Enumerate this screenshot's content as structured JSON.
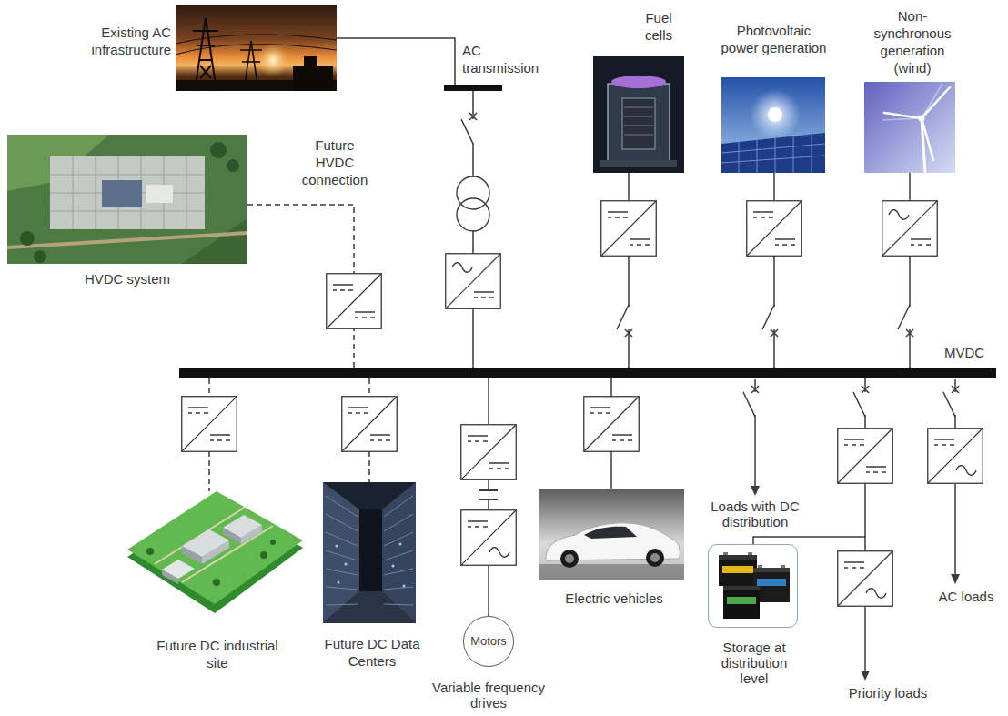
{
  "diagram": {
    "nodes": [
      {
        "text": [
          "Existing AC infrastructure"
        ]
      },
      {
        "text": [
          "Fuel cells"
        ]
      },
      {
        "text": [
          "Photovoltaic power generation"
        ]
      },
      {
        "text": [
          "Non-synchronous generation (wind)"
        ]
      },
      {
        "text": [
          "HVDC system"
        ]
      },
      {
        "text": [
          "MVDC"
        ]
      },
      {
        "text": [
          "Future DC industrial site"
        ]
      },
      {
        "text": [
          "Future DC Data Centers"
        ]
      },
      {
        "text": [
          "Motors"
        ]
      },
      {
        "text": [
          "Electric vehicles"
        ]
      },
      {
        "text": [
          "Storage at distribution level"
        ]
      }
    ],
    "edges": [
      {
        "from": 0,
        "to": 5,
        "arrow": "none"
      },
      {
        "from": 1,
        "to": 5,
        "arrow": "none"
      },
      {
        "from": 2,
        "to": 5,
        "arrow": "none"
      },
      {
        "from": 3,
        "to": 5,
        "arrow": "none"
      },
      {
        "from": 4,
        "to": 5,
        "arrow": "none"
      },
      {
        "from": 5,
        "to": 6,
        "arrow": "none"
      },
      {
        "from": 5,
        "to": 7,
        "arrow": "none"
      },
      {
        "from": 5,
        "to": 8,
        "arrow": "none"
      },
      {
        "from": 5,
        "to": 9,
        "arrow": "none"
      },
      {
        "from": 5,
        "to": 10,
        "arrow": "none"
      }
    ],
    "labels": [
      "AC transmission",
      "Future HVDC connection",
      "Loads with DC distribution",
      "Variable frequency drives",
      "Priority loads",
      "AC loads"
    ]
  }
}
